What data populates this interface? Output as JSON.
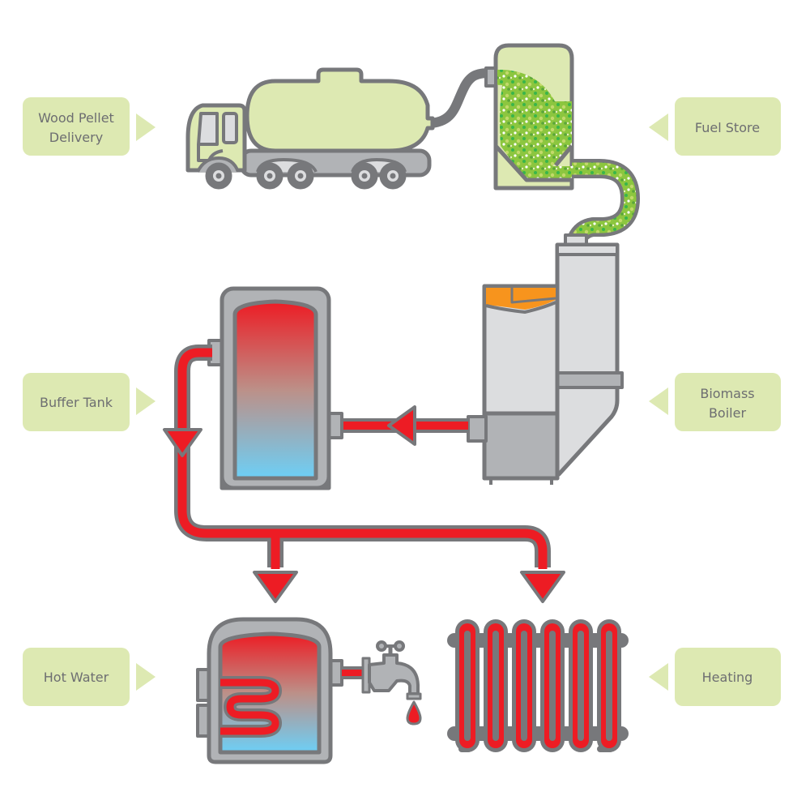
{
  "diagram": {
    "type": "process-flow",
    "colors": {
      "label_bg": "#dde9b2",
      "label_text": "#6d6e71",
      "outline": "#77787b",
      "metal_light": "#dcdddf",
      "metal_mid": "#b1b3b6",
      "pipe_hot": "#ed1c24",
      "pellets": "#8cc63f",
      "boiler_accent": "#f7941d",
      "water_cold": "#6dcff6"
    },
    "labels": {
      "delivery": [
        "Wood Pellet",
        "Delivery"
      ],
      "fuel_store": [
        "Fuel Store"
      ],
      "buffer_tank": [
        "Buffer Tank"
      ],
      "biomass_boiler": [
        "Biomass",
        "Boiler"
      ],
      "hot_water": [
        "Hot Water"
      ],
      "heating": [
        "Heating"
      ]
    },
    "flow": [
      {
        "from": "Wood Pellet Delivery",
        "to": "Fuel Store",
        "medium": "wood pellets"
      },
      {
        "from": "Fuel Store",
        "to": "Biomass Boiler",
        "medium": "wood pellets"
      },
      {
        "from": "Biomass Boiler",
        "to": "Buffer Tank",
        "medium": "hot water"
      },
      {
        "from": "Buffer Tank",
        "to": "Hot Water",
        "medium": "hot water"
      },
      {
        "from": "Buffer Tank",
        "to": "Heating",
        "medium": "hot water"
      }
    ]
  }
}
